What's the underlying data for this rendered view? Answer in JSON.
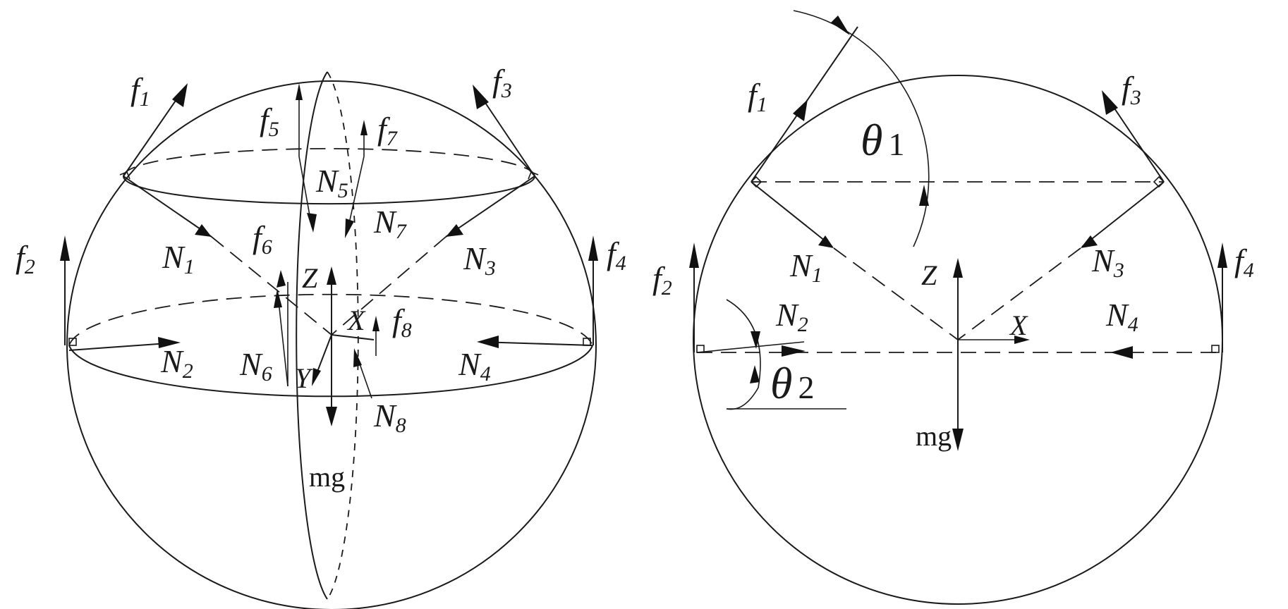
{
  "left_figure": {
    "labels": {
      "f1_main": "f",
      "f1_sub": "1",
      "f2_main": "f",
      "f2_sub": "2",
      "f3_main": "f",
      "f3_sub": "3",
      "f4_main": "f",
      "f4_sub": "4",
      "f5_main": "f",
      "f5_sub": "5",
      "f6_main": "f",
      "f6_sub": "6",
      "f7_main": "f",
      "f7_sub": "7",
      "f8_main": "f",
      "f8_sub": "8",
      "N1_main": "N",
      "N1_sub": "1",
      "N2_main": "N",
      "N2_sub": "2",
      "N3_main": "N",
      "N3_sub": "3",
      "N4_main": "N",
      "N4_sub": "4",
      "N5_main": "N",
      "N5_sub": "5",
      "N6_main": "N",
      "N6_sub": "6",
      "N7_main": "N",
      "N7_sub": "7",
      "N8_main": "N",
      "N8_sub": "8",
      "Z": "Z",
      "X": "X",
      "Y": "Y",
      "mg": "mg"
    }
  },
  "right_figure": {
    "labels": {
      "f1_main": "f",
      "f1_sub": "1",
      "f2_main": "f",
      "f2_sub": "2",
      "f3_main": "f",
      "f3_sub": "3",
      "f4_main": "f",
      "f4_sub": "4",
      "N1_main": "N",
      "N1_sub": "1",
      "N2_main": "N",
      "N2_sub": "2",
      "N3_main": "N",
      "N3_sub": "3",
      "N4_main": "N",
      "N4_sub": "4",
      "Z": "Z",
      "X": "X",
      "mg": "mg",
      "theta1_main": "θ",
      "theta1_sub": "1",
      "theta2_main": "θ",
      "theta2_sub": "2"
    }
  }
}
